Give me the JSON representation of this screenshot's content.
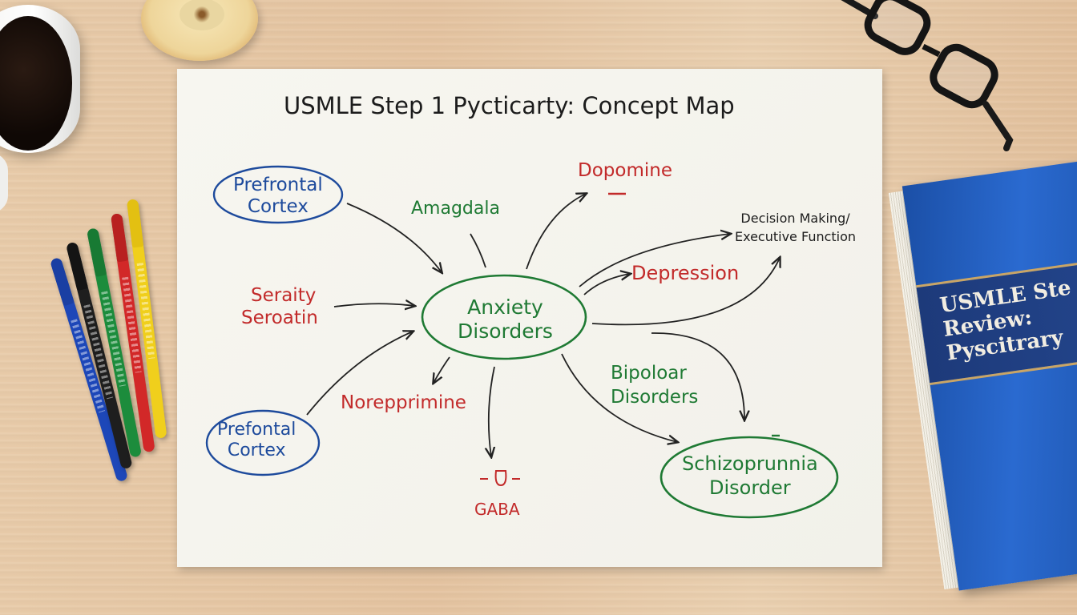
{
  "concept_map": {
    "title": "USMLE Step 1 Pycticarty: Concept Map",
    "nodes": {
      "prefrontal_cortex_top": [
        "Prefrontal",
        "Cortex"
      ],
      "amagdala": "Amagdala",
      "dopomine": "Dopomine",
      "decision_making": [
        "Decision Making/",
        "Executive Function"
      ],
      "depression": "Depression",
      "seraity": [
        "Seraity",
        "Seroatin"
      ],
      "anxiety_disorders": [
        "Anxiety",
        "Disorders"
      ],
      "norepprimine": "Norepprimine",
      "bipoloar_disorders": [
        "Bipoloar",
        "Disorders"
      ],
      "prefrontal_cortex_bottom": [
        "Prefontal",
        "Cortex"
      ],
      "gaba": "GABA",
      "schizoprunnia_disorder": [
        "Schizoprunnia",
        "Disorder"
      ]
    }
  },
  "book": {
    "title_lines": [
      "USMLE Ste",
      "Review:",
      "Pyscitrary"
    ],
    "color": "#1f5bbf"
  },
  "colors": {
    "blue_ink": "#1d4a9c",
    "green_ink": "#1f7a34",
    "red_ink": "#c22a2a",
    "black_ink": "#1c1c1c"
  },
  "markers": [
    "blue",
    "black",
    "green",
    "red",
    "yellow"
  ]
}
